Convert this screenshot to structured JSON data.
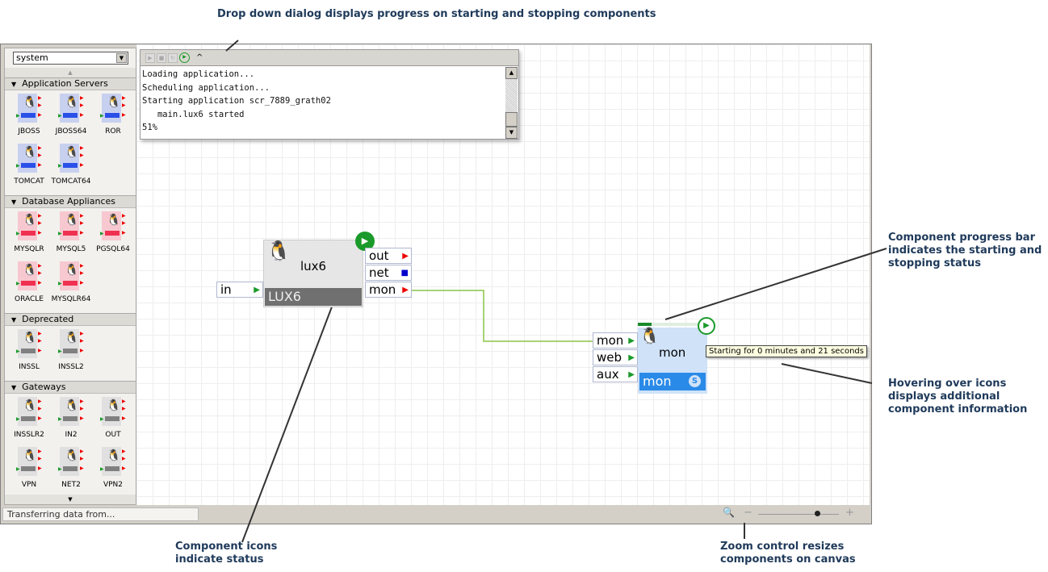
{
  "annotations": {
    "dropdown": "Drop down dialog displays progress on starting and stopping components",
    "progress_bar": "Component progress bar indicates the starting and stopping status",
    "hovering": "Hovering over icons displays additional component information",
    "icons": "Component icons indicate status",
    "zoom": "Zoom control resizes components on canvas"
  },
  "sidebar": {
    "selected": "system",
    "groups": [
      {
        "label": "Application Servers",
        "color": "#2a50e8",
        "bg": "#c8d0f0",
        "items": [
          "JBOSS",
          "JBOSS64",
          "ROR",
          "TOMCAT",
          "TOMCAT64"
        ]
      },
      {
        "label": "Database Appliances",
        "color": "#f03050",
        "bg": "#f8c8d0",
        "items": [
          "MYSQLR",
          "MYSQL5",
          "PGSQL64",
          "ORACLE",
          "MYSQLR64"
        ]
      },
      {
        "label": "Deprecated",
        "color": "#808080",
        "bg": "#e0e0e0",
        "items": [
          "INSSL",
          "INSSL2"
        ]
      },
      {
        "label": "Gateways",
        "color": "#808080",
        "bg": "#e0e0e0",
        "items": [
          "INSSLR2",
          "IN2",
          "OUT",
          "VPN",
          "NET2",
          "VPN2"
        ]
      }
    ]
  },
  "dialog": {
    "log": [
      "Loading application...",
      "Scheduling application...",
      "Starting application scr_7889_grath02",
      "   main.lux6 started",
      "51%"
    ]
  },
  "lux6": {
    "title": "lux6",
    "label": "LUX6",
    "in": "in",
    "outs": [
      "out",
      "net",
      "mon"
    ]
  },
  "mon": {
    "title": "mon",
    "label": "mon",
    "ins": [
      "mon",
      "web",
      "aux"
    ],
    "progress": 0.2
  },
  "tooltip": "Starting for 0 minutes and 21 seconds",
  "status": "Transferring data from...",
  "zoom_level": 0.73
}
